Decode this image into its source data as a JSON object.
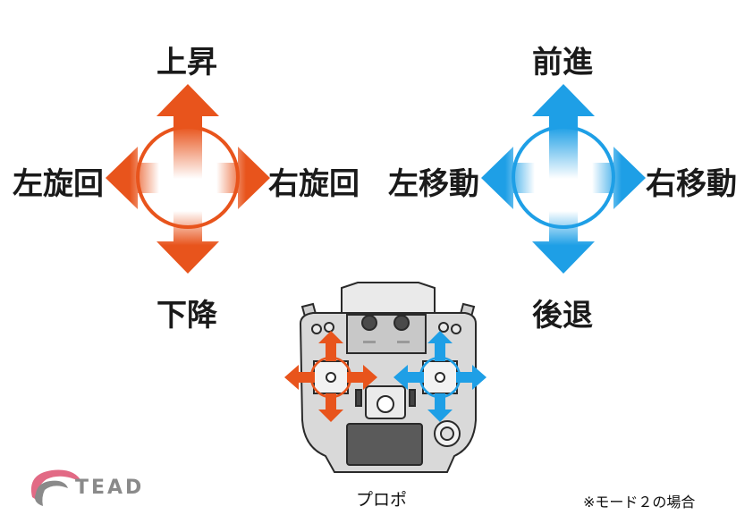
{
  "left_stick_labels": {
    "up": "上昇",
    "down": "下降",
    "left": "左旋回",
    "right": "右旋回"
  },
  "right_stick_labels": {
    "up": "前進",
    "down": "後退",
    "left": "左移動",
    "right": "右移動"
  },
  "transmitter_caption": "プロポ",
  "mode_note": "※モード２の場合",
  "logo_text": "TEAD",
  "colors": {
    "orange": "#e8541c",
    "blue": "#1e9fe6",
    "transmitter_body": "#d9d9d9",
    "transmitter_outline": "#2a2a2a",
    "logo_pink": "#e26a85",
    "logo_grey": "#8a8a8a"
  }
}
